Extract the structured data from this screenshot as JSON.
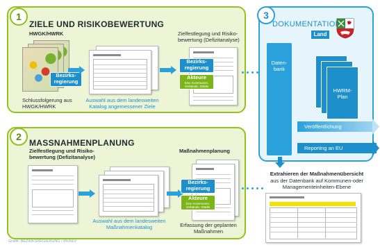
{
  "panel1": {
    "number": "1",
    "title": "ZIELE UND RISIKOBEWERTUNG",
    "source_label": "HWGK/HWRK",
    "map_caption": "Schlussfolgerung aus HWGK/HWRK",
    "catalog_caption": "Auswahl aus dem landesweiten Katalog angemessener Ziele",
    "target_heading": "Zielfestlegung und Risiko-bewertung (Defizitanalyse)",
    "tag_bezirks": "Bezirks-regierung",
    "tag_akteure": "Akteure",
    "tag_akteure_sub": "bzw. Kommunen, Verbände, Städte"
  },
  "panel2": {
    "number": "2",
    "title": "MASSNAHMENPLANUNG",
    "input_heading": "Zielfestlegung und Risiko-bewertung (Defizitanalyse)",
    "output_heading": "Maßnahmenplanung",
    "catalog_caption": "Auswahl aus dem landesweiten Maßnahmenkatalog",
    "output_caption": "Erfassung der geplanten Maßnahmen",
    "tag_bezirks": "Bezirks-regierung",
    "tag_akteure": "Akteure",
    "tag_akteure_sub": "bzw. Kommunen, Verbände, Städte"
  },
  "panel3": {
    "number": "3",
    "title": "DOKUMENTATION",
    "land_label": "Land",
    "database_label": "Daten-bank",
    "plan_label": "HWRM-Plan",
    "publish_label": "Veröffentlichung",
    "report_label": "Reporting an EU",
    "extract_title": "Extrahieren der Maßnahmenübersicht",
    "extract_text": "aus der Datenbank auf Kommunen-oder Managementeinheiten-Ebene"
  },
  "footer": {
    "credit": "Grafik: BEZIRKSREGIERUNG / MUNLV"
  },
  "colors": {
    "green": "#94c11f",
    "blue": "#2aa1db",
    "tag_blue": "#1d8fcb",
    "tag_green": "#7cb518"
  },
  "icons": {
    "coat_of_arms": "nrw-coat-of-arms-icon"
  }
}
